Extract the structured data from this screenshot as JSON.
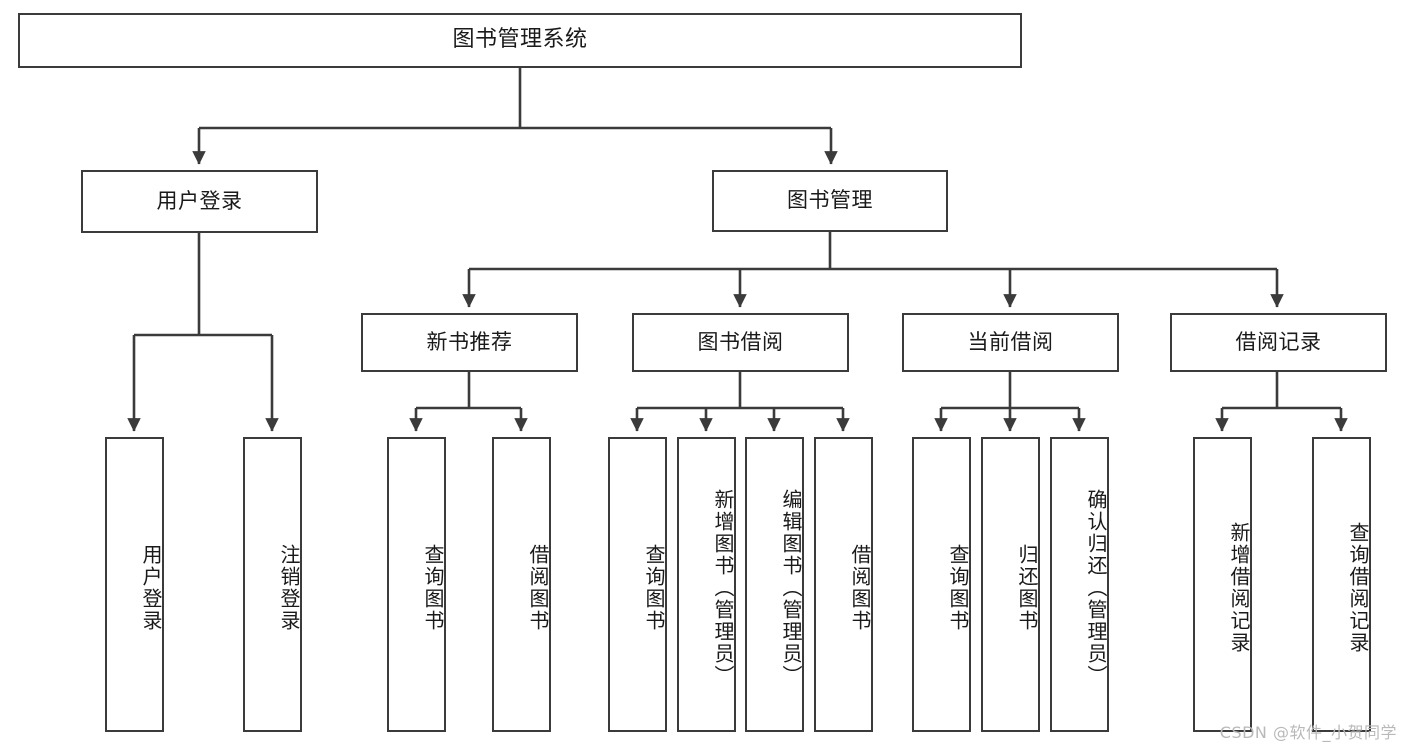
{
  "diagram": {
    "title": "图书管理系统",
    "type": "tree-hierarchy-chart",
    "watermark": "CSDN @软件_小贺同学",
    "colors": {
      "stroke": "#3b3b3b",
      "fill": "#ffffff",
      "text": "#1a1a1a",
      "watermark": "#b9b9b9"
    },
    "root": {
      "label": "图书管理系统"
    },
    "level1": [
      {
        "label": "用户登录"
      },
      {
        "label": "图书管理"
      }
    ],
    "level2": [
      {
        "label": "新书推荐"
      },
      {
        "label": "图书借阅"
      },
      {
        "label": "当前借阅"
      },
      {
        "label": "借阅记录"
      }
    ],
    "leaves": {
      "user_login": [
        {
          "label": "用户登录"
        },
        {
          "label": "注销登录"
        }
      ],
      "new_book_recommend": [
        {
          "label": "查询图书"
        },
        {
          "label": "借阅图书"
        }
      ],
      "book_borrow": [
        {
          "label": "查询图书"
        },
        {
          "label": "新增图书（管理员）"
        },
        {
          "label": "编辑图书（管理员）"
        },
        {
          "label": "借阅图书"
        }
      ],
      "current_borrow": [
        {
          "label": "查询图书"
        },
        {
          "label": "归还图书"
        },
        {
          "label": "确认归还（管理员）"
        }
      ],
      "borrow_record": [
        {
          "label": "新增借阅记录"
        },
        {
          "label": "查询借阅记录"
        }
      ]
    }
  }
}
